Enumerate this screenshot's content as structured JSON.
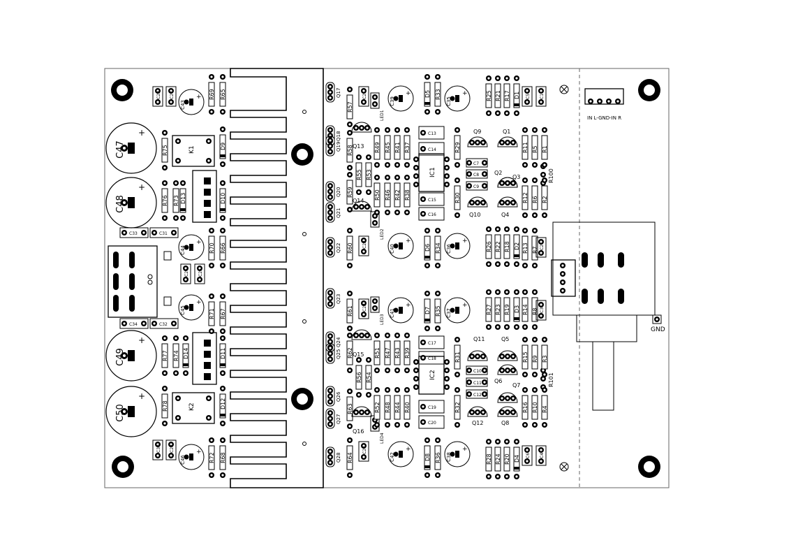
{
  "board": {
    "connector_label": "IN L-GND-IN R",
    "gnd_label": "GND",
    "relays": [
      "K1",
      "K2"
    ],
    "ics": [
      "IC1",
      "IC2"
    ],
    "big_caps": [
      "C47",
      "C48",
      "C49",
      "C50"
    ],
    "trimmers": [
      "R100",
      "R101"
    ]
  },
  "transistors": [
    {
      "label": "Q9"
    },
    {
      "label": "Q1"
    },
    {
      "label": "Q2"
    },
    {
      "label": "Q3"
    },
    {
      "label": "Q10"
    },
    {
      "label": "Q4"
    },
    {
      "label": "Q11"
    },
    {
      "label": "Q5"
    },
    {
      "label": "Q6"
    },
    {
      "label": "Q7"
    },
    {
      "label": "Q12"
    },
    {
      "label": "Q8"
    },
    {
      "label": "Q13"
    },
    {
      "label": "Q14"
    },
    {
      "label": "Q15"
    },
    {
      "label": "Q16"
    }
  ],
  "caps": [
    {
      "label": "C29"
    },
    {
      "label": "C27"
    },
    {
      "label": "C33"
    },
    {
      "label": "C31"
    },
    {
      "label": "C34"
    },
    {
      "label": "C32"
    },
    {
      "label": "C26"
    },
    {
      "label": "C25"
    },
    {
      "label": "C30"
    },
    {
      "label": "C28"
    },
    {
      "label": "C21"
    },
    {
      "label": "C22"
    },
    {
      "label": "C23"
    },
    {
      "label": "C24"
    },
    {
      "label": "C13"
    },
    {
      "label": "C14"
    },
    {
      "label": "C15"
    },
    {
      "label": "C16"
    },
    {
      "label": "C17"
    },
    {
      "label": "C18"
    },
    {
      "label": "C19"
    },
    {
      "label": "C20"
    },
    {
      "label": "C7"
    },
    {
      "label": "C8"
    },
    {
      "label": "C9"
    },
    {
      "label": "C10"
    },
    {
      "label": "C11"
    },
    {
      "label": "C12"
    },
    {
      "label": "C5"
    },
    {
      "label": "C1"
    },
    {
      "label": "C2"
    },
    {
      "label": "C3"
    },
    {
      "label": "C6"
    },
    {
      "label": "C4"
    }
  ],
  "elcaps": [
    {
      "label": "C43"
    },
    {
      "label": "C44"
    },
    {
      "label": "C45"
    },
    {
      "label": "C46"
    },
    {
      "label": "C39"
    },
    {
      "label": "C35"
    },
    {
      "label": "C40"
    },
    {
      "label": "C36"
    },
    {
      "label": "C41"
    },
    {
      "label": "C37"
    },
    {
      "label": "C42"
    },
    {
      "label": "C38"
    }
  ],
  "diodes": [
    {
      "label": "D9"
    },
    {
      "label": "D13"
    },
    {
      "label": "D10"
    },
    {
      "label": "D14"
    },
    {
      "label": "D11"
    },
    {
      "label": "D12"
    },
    {
      "label": "D5"
    },
    {
      "label": "D6"
    },
    {
      "label": "D7"
    },
    {
      "label": "D8"
    },
    {
      "label": "D1"
    },
    {
      "label": "D2"
    },
    {
      "label": "D3"
    },
    {
      "label": "D4"
    }
  ],
  "leds": [
    {
      "label": "LED1"
    },
    {
      "label": "LED2"
    },
    {
      "label": "LED3"
    },
    {
      "label": "LED4"
    }
  ],
  "resistors": [
    {
      "label": "R69"
    },
    {
      "label": "R65"
    },
    {
      "label": "R75"
    },
    {
      "label": "R76"
    },
    {
      "label": "R73"
    },
    {
      "label": "R70"
    },
    {
      "label": "R66"
    },
    {
      "label": "R71"
    },
    {
      "label": "R67"
    },
    {
      "label": "R77"
    },
    {
      "label": "R74"
    },
    {
      "label": "R78"
    },
    {
      "label": "R72"
    },
    {
      "label": "R68"
    },
    {
      "label": "R57"
    },
    {
      "label": "R58"
    },
    {
      "label": "R59"
    },
    {
      "label": "R60"
    },
    {
      "label": "R61"
    },
    {
      "label": "R62"
    },
    {
      "label": "R63"
    },
    {
      "label": "R64"
    },
    {
      "label": "R55"
    },
    {
      "label": "R53"
    },
    {
      "label": "R56"
    },
    {
      "label": "R54"
    },
    {
      "label": "R49"
    },
    {
      "label": "R45"
    },
    {
      "label": "R41"
    },
    {
      "label": "R37"
    },
    {
      "label": "R50"
    },
    {
      "label": "R46"
    },
    {
      "label": "R42"
    },
    {
      "label": "R38"
    },
    {
      "label": "R51"
    },
    {
      "label": "R47"
    },
    {
      "label": "R43"
    },
    {
      "label": "R39"
    },
    {
      "label": "R52"
    },
    {
      "label": "R48"
    },
    {
      "label": "R44"
    },
    {
      "label": "R40"
    },
    {
      "label": "R33"
    },
    {
      "label": "R34"
    },
    {
      "label": "R35"
    },
    {
      "label": "R36"
    },
    {
      "label": "R29"
    },
    {
      "label": "R30"
    },
    {
      "label": "R31"
    },
    {
      "label": "R32"
    },
    {
      "label": "R25"
    },
    {
      "label": "R21"
    },
    {
      "label": "R17"
    },
    {
      "label": "R26"
    },
    {
      "label": "R22"
    },
    {
      "label": "R18"
    },
    {
      "label": "R27"
    },
    {
      "label": "R23"
    },
    {
      "label": "R19"
    },
    {
      "label": "R28"
    },
    {
      "label": "R24"
    },
    {
      "label": "R20"
    },
    {
      "label": "R11"
    },
    {
      "label": "R5"
    },
    {
      "label": "R1"
    },
    {
      "label": "R12"
    },
    {
      "label": "R6"
    },
    {
      "label": "R2"
    },
    {
      "label": "R13"
    },
    {
      "label": "R7"
    },
    {
      "label": "R14"
    },
    {
      "label": "R8"
    },
    {
      "label": "R15"
    },
    {
      "label": "R9"
    },
    {
      "label": "R3"
    },
    {
      "label": "R16"
    },
    {
      "label": "R10"
    },
    {
      "label": "R4"
    }
  ],
  "sot_transistors": [
    {
      "label": "Q17"
    },
    {
      "label": "Q18"
    },
    {
      "label": "Q19"
    },
    {
      "label": "Q20"
    },
    {
      "label": "Q21"
    },
    {
      "label": "Q22"
    },
    {
      "label": "Q23"
    },
    {
      "label": "Q24"
    },
    {
      "label": "Q25"
    },
    {
      "label": "Q26"
    },
    {
      "label": "Q27"
    },
    {
      "label": "Q28"
    }
  ]
}
